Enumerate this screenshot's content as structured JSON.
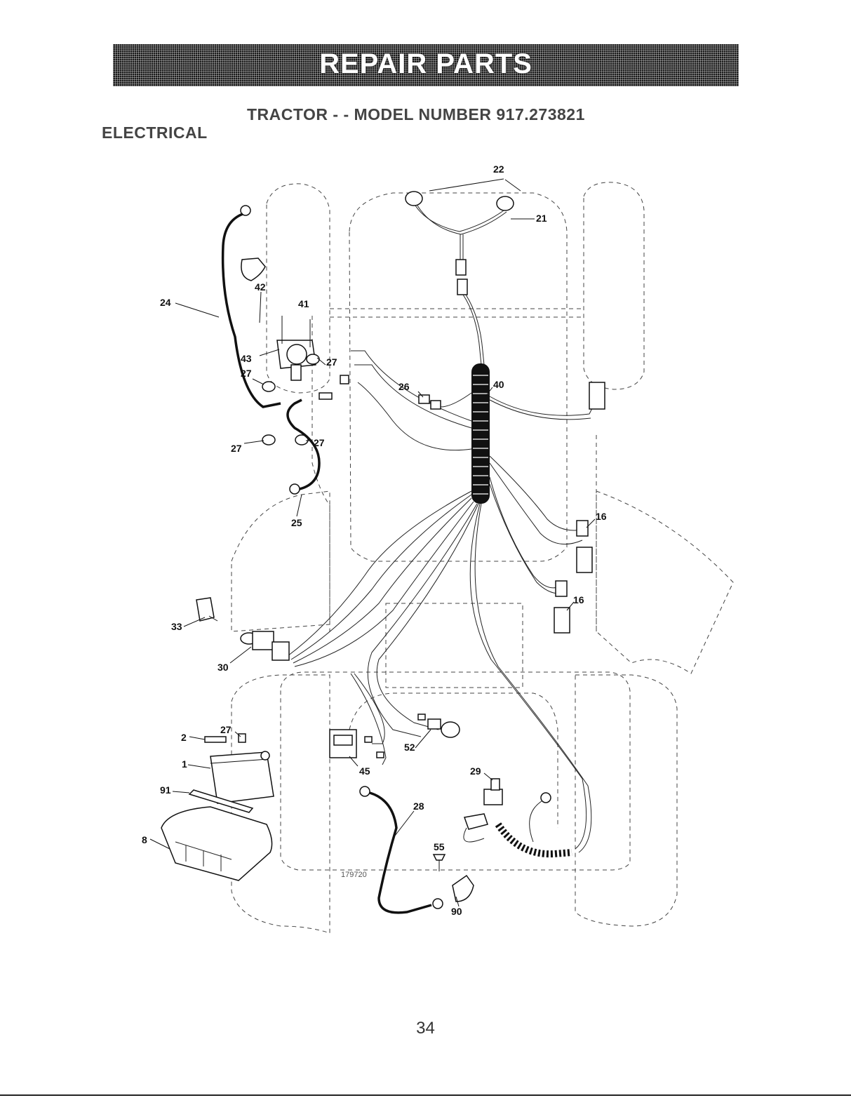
{
  "header": {
    "banner_title": "REPAIR PARTS",
    "subtitle": "TRACTOR - - MODEL NUMBER 917.273821",
    "section": "ELECTRICAL"
  },
  "diagram": {
    "figure_id": "179720",
    "callouts": [
      "22",
      "21",
      "24",
      "42",
      "41",
      "43",
      "27",
      "27",
      "26",
      "40",
      "27",
      "27",
      "25",
      "16",
      "16",
      "33",
      "30",
      "2",
      "27",
      "1",
      "91",
      "8",
      "45",
      "52",
      "29",
      "28",
      "55",
      "90"
    ]
  },
  "footer": {
    "page_number": "34"
  }
}
